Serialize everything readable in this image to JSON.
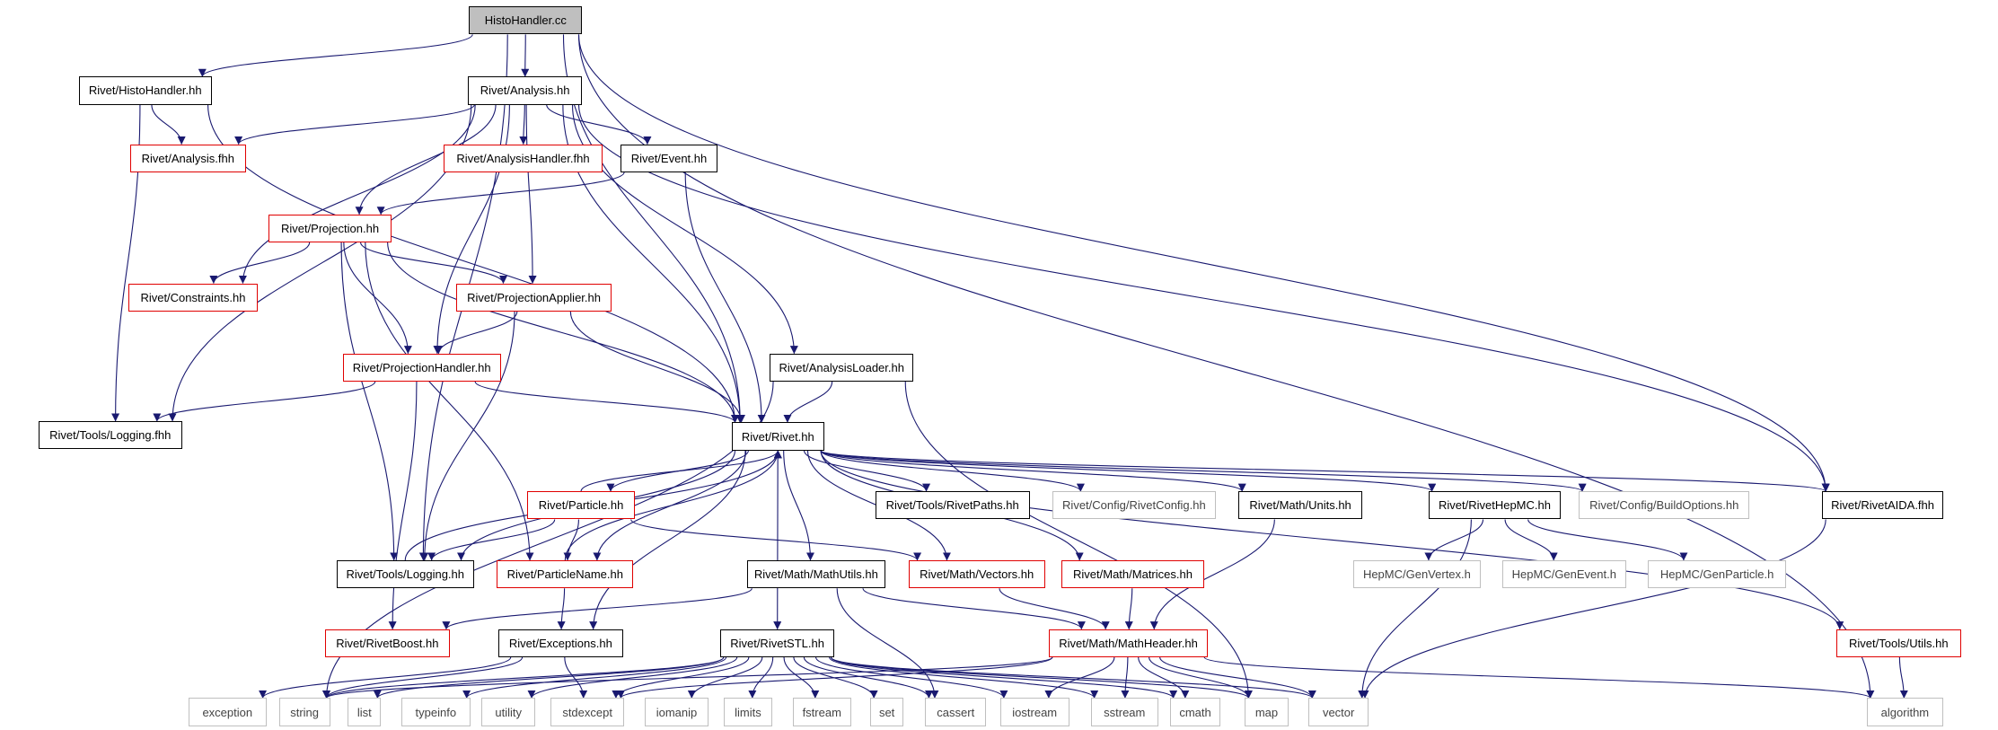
{
  "colors": {
    "edge": "#191970",
    "node_border_black": "#000000",
    "node_border_red": "#e00000",
    "node_border_gray": "#bfbfbf",
    "root_fill": "#bfbfbf"
  },
  "nodes": [
    {
      "id": "histohandler_cc",
      "label": "HistoHandler.cc",
      "style": "root",
      "interactable": true
    },
    {
      "id": "histohandler_hh",
      "label": "Rivet/HistoHandler.hh",
      "style": "black",
      "interactable": true
    },
    {
      "id": "analysis_hh",
      "label": "Rivet/Analysis.hh",
      "style": "black",
      "interactable": true
    },
    {
      "id": "analysis_fhh",
      "label": "Rivet/Analysis.fhh",
      "style": "red",
      "interactable": true
    },
    {
      "id": "analysishandler_fhh",
      "label": "Rivet/AnalysisHandler.fhh",
      "style": "red",
      "interactable": true
    },
    {
      "id": "event_hh",
      "label": "Rivet/Event.hh",
      "style": "black",
      "interactable": true
    },
    {
      "id": "projection_hh",
      "label": "Rivet/Projection.hh",
      "style": "red",
      "interactable": true
    },
    {
      "id": "constraints_hh",
      "label": "Rivet/Constraints.hh",
      "style": "red",
      "interactable": true
    },
    {
      "id": "projectionapplier_hh",
      "label": "Rivet/ProjectionApplier.hh",
      "style": "red",
      "interactable": true
    },
    {
      "id": "projectionhandler_hh",
      "label": "Rivet/ProjectionHandler.hh",
      "style": "red",
      "interactable": true
    },
    {
      "id": "analysisloader_hh",
      "label": "Rivet/AnalysisLoader.hh",
      "style": "black",
      "interactable": true
    },
    {
      "id": "logging_fhh",
      "label": "Rivet/Tools/Logging.fhh",
      "style": "black",
      "interactable": true
    },
    {
      "id": "rivet_hh",
      "label": "Rivet/Rivet.hh",
      "style": "black",
      "interactable": true
    },
    {
      "id": "particle_hh",
      "label": "Rivet/Particle.hh",
      "style": "red",
      "interactable": true
    },
    {
      "id": "rivetpaths_hh",
      "label": "Rivet/Tools/RivetPaths.hh",
      "style": "black",
      "interactable": true
    },
    {
      "id": "rivetconfig_hh",
      "label": "Rivet/Config/RivetConfig.hh",
      "style": "gray",
      "interactable": false
    },
    {
      "id": "units_hh",
      "label": "Rivet/Math/Units.hh",
      "style": "black",
      "interactable": true
    },
    {
      "id": "rivethepmc_hh",
      "label": "Rivet/RivetHepMC.hh",
      "style": "black",
      "interactable": true
    },
    {
      "id": "buildoptions_hh",
      "label": "Rivet/Config/BuildOptions.hh",
      "style": "gray",
      "interactable": false
    },
    {
      "id": "rivetaida_fhh",
      "label": "Rivet/RivetAIDA.fhh",
      "style": "black",
      "interactable": true
    },
    {
      "id": "logging_hh",
      "label": "Rivet/Tools/Logging.hh",
      "style": "black",
      "interactable": true
    },
    {
      "id": "particlename_hh",
      "label": "Rivet/ParticleName.hh",
      "style": "red",
      "interactable": true
    },
    {
      "id": "mathutils_hh",
      "label": "Rivet/Math/MathUtils.hh",
      "style": "black",
      "interactable": true
    },
    {
      "id": "vectors_hh",
      "label": "Rivet/Math/Vectors.hh",
      "style": "red",
      "interactable": true
    },
    {
      "id": "matrices_hh",
      "label": "Rivet/Math/Matrices.hh",
      "style": "red",
      "interactable": true
    },
    {
      "id": "genvertex_h",
      "label": "HepMC/GenVertex.h",
      "style": "gray",
      "interactable": false
    },
    {
      "id": "genevent_h",
      "label": "HepMC/GenEvent.h",
      "style": "gray",
      "interactable": false
    },
    {
      "id": "genparticle_h",
      "label": "HepMC/GenParticle.h",
      "style": "gray",
      "interactable": false
    },
    {
      "id": "rivetboost_hh",
      "label": "Rivet/RivetBoost.hh",
      "style": "red",
      "interactable": true
    },
    {
      "id": "exceptions_hh",
      "label": "Rivet/Exceptions.hh",
      "style": "black",
      "interactable": true
    },
    {
      "id": "rivetstl_hh",
      "label": "Rivet/RivetSTL.hh",
      "style": "black",
      "interactable": true
    },
    {
      "id": "mathheader_hh",
      "label": "Rivet/Math/MathHeader.hh",
      "style": "red",
      "interactable": true
    },
    {
      "id": "utils_hh",
      "label": "Rivet/Tools/Utils.hh",
      "style": "red",
      "interactable": true
    },
    {
      "id": "exception",
      "label": "exception",
      "style": "gray",
      "interactable": false
    },
    {
      "id": "string",
      "label": "string",
      "style": "gray",
      "interactable": false
    },
    {
      "id": "list",
      "label": "list",
      "style": "gray",
      "interactable": false
    },
    {
      "id": "typeinfo",
      "label": "typeinfo",
      "style": "gray",
      "interactable": false
    },
    {
      "id": "utility",
      "label": "utility",
      "style": "gray",
      "interactable": false
    },
    {
      "id": "stdexcept",
      "label": "stdexcept",
      "style": "gray",
      "interactable": false
    },
    {
      "id": "iomanip",
      "label": "iomanip",
      "style": "gray",
      "interactable": false
    },
    {
      "id": "limits",
      "label": "limits",
      "style": "gray",
      "interactable": false
    },
    {
      "id": "fstream",
      "label": "fstream",
      "style": "gray",
      "interactable": false
    },
    {
      "id": "set",
      "label": "set",
      "style": "gray",
      "interactable": false
    },
    {
      "id": "cassert",
      "label": "cassert",
      "style": "gray",
      "interactable": false
    },
    {
      "id": "iostream",
      "label": "iostream",
      "style": "gray",
      "interactable": false
    },
    {
      "id": "sstream",
      "label": "sstream",
      "style": "gray",
      "interactable": false
    },
    {
      "id": "cmath",
      "label": "cmath",
      "style": "gray",
      "interactable": false
    },
    {
      "id": "map",
      "label": "map",
      "style": "gray",
      "interactable": false
    },
    {
      "id": "vector",
      "label": "vector",
      "style": "gray",
      "interactable": false
    },
    {
      "id": "algorithm",
      "label": "algorithm",
      "style": "gray",
      "interactable": false
    }
  ],
  "edges": [
    [
      "histohandler_cc",
      "histohandler_hh"
    ],
    [
      "histohandler_cc",
      "analysis_hh"
    ],
    [
      "histohandler_cc",
      "logging_hh"
    ],
    [
      "histohandler_cc",
      "rivet_hh"
    ],
    [
      "histohandler_cc",
      "rivetaida_fhh"
    ],
    [
      "histohandler_cc",
      "algorithm"
    ],
    [
      "histohandler_hh",
      "analysis_fhh"
    ],
    [
      "histohandler_hh",
      "logging_fhh"
    ],
    [
      "histohandler_hh",
      "rivet_hh"
    ],
    [
      "analysis_hh",
      "analysis_fhh"
    ],
    [
      "analysis_hh",
      "analysishandler_fhh"
    ],
    [
      "analysis_hh",
      "event_hh"
    ],
    [
      "analysis_hh",
      "projection_hh"
    ],
    [
      "analysis_hh",
      "constraints_hh"
    ],
    [
      "analysis_hh",
      "projectionapplier_hh"
    ],
    [
      "analysis_hh",
      "projectionhandler_hh"
    ],
    [
      "analysis_hh",
      "analysisloader_hh"
    ],
    [
      "analysis_hh",
      "logging_fhh"
    ],
    [
      "analysis_hh",
      "rivet_hh"
    ],
    [
      "analysis_hh",
      "rivetaida_fhh"
    ],
    [
      "event_hh",
      "projection_hh"
    ],
    [
      "event_hh",
      "rivet_hh"
    ],
    [
      "projection_hh",
      "constraints_hh"
    ],
    [
      "projection_hh",
      "projectionapplier_hh"
    ],
    [
      "projection_hh",
      "projectionhandler_hh"
    ],
    [
      "projection_hh",
      "rivet_hh"
    ],
    [
      "projection_hh",
      "logging_hh"
    ],
    [
      "projection_hh",
      "particlename_hh"
    ],
    [
      "projectionapplier_hh",
      "projectionhandler_hh"
    ],
    [
      "projectionapplier_hh",
      "rivet_hh"
    ],
    [
      "projectionapplier_hh",
      "logging_hh"
    ],
    [
      "projectionhandler_hh",
      "logging_fhh"
    ],
    [
      "projectionhandler_hh",
      "rivet_hh"
    ],
    [
      "projectionhandler_hh",
      "rivetboost_hh"
    ],
    [
      "analysisloader_hh",
      "rivet_hh"
    ],
    [
      "analysisloader_hh",
      "string"
    ],
    [
      "analysisloader_hh",
      "map"
    ],
    [
      "rivet_hh",
      "particle_hh"
    ],
    [
      "rivet_hh",
      "rivetpaths_hh"
    ],
    [
      "rivet_hh",
      "rivetconfig_hh"
    ],
    [
      "rivet_hh",
      "units_hh"
    ],
    [
      "rivet_hh",
      "rivethepmc_hh"
    ],
    [
      "rivet_hh",
      "buildoptions_hh"
    ],
    [
      "rivet_hh",
      "rivetaida_fhh"
    ],
    [
      "rivet_hh",
      "logging_hh"
    ],
    [
      "rivet_hh",
      "particlename_hh"
    ],
    [
      "rivet_hh",
      "mathutils_hh"
    ],
    [
      "rivet_hh",
      "vectors_hh"
    ],
    [
      "rivet_hh",
      "matrices_hh"
    ],
    [
      "rivet_hh",
      "exceptions_hh"
    ],
    [
      "rivet_hh",
      "rivetstl_hh"
    ],
    [
      "rivet_hh",
      "utils_hh"
    ],
    [
      "particle_hh",
      "rivet_hh"
    ],
    [
      "particle_hh",
      "logging_hh"
    ],
    [
      "particle_hh",
      "particlename_hh"
    ],
    [
      "particle_hh",
      "vectors_hh"
    ],
    [
      "logging_hh",
      "rivet_hh"
    ],
    [
      "particlename_hh",
      "rivet_hh"
    ],
    [
      "particlename_hh",
      "exceptions_hh"
    ],
    [
      "units_hh",
      "mathheader_hh"
    ],
    [
      "rivethepmc_hh",
      "genvertex_h"
    ],
    [
      "rivethepmc_hh",
      "genevent_h"
    ],
    [
      "rivethepmc_hh",
      "genparticle_h"
    ],
    [
      "rivethepmc_hh",
      "vector"
    ],
    [
      "rivetaida_fhh",
      "vector"
    ],
    [
      "mathutils_hh",
      "rivetboost_hh"
    ],
    [
      "mathutils_hh",
      "mathheader_hh"
    ],
    [
      "mathutils_hh",
      "cassert"
    ],
    [
      "vectors_hh",
      "mathheader_hh"
    ],
    [
      "matrices_hh",
      "mathheader_hh"
    ],
    [
      "exceptions_hh",
      "exception"
    ],
    [
      "exceptions_hh",
      "string"
    ],
    [
      "exceptions_hh",
      "stdexcept"
    ],
    [
      "rivetstl_hh",
      "string"
    ],
    [
      "rivetstl_hh",
      "list"
    ],
    [
      "rivetstl_hh",
      "typeinfo"
    ],
    [
      "rivetstl_hh",
      "utility"
    ],
    [
      "rivetstl_hh",
      "stdexcept"
    ],
    [
      "rivetstl_hh",
      "iomanip"
    ],
    [
      "rivetstl_hh",
      "limits"
    ],
    [
      "rivetstl_hh",
      "fstream"
    ],
    [
      "rivetstl_hh",
      "set"
    ],
    [
      "rivetstl_hh",
      "cassert"
    ],
    [
      "rivetstl_hh",
      "iostream"
    ],
    [
      "rivetstl_hh",
      "sstream"
    ],
    [
      "rivetstl_hh",
      "cmath"
    ],
    [
      "rivetstl_hh",
      "map"
    ],
    [
      "rivetstl_hh",
      "vector"
    ],
    [
      "mathheader_hh",
      "string"
    ],
    [
      "mathheader_hh",
      "stdexcept"
    ],
    [
      "mathheader_hh",
      "iostream"
    ],
    [
      "mathheader_hh",
      "sstream"
    ],
    [
      "mathheader_hh",
      "cmath"
    ],
    [
      "mathheader_hh",
      "map"
    ],
    [
      "mathheader_hh",
      "vector"
    ],
    [
      "mathheader_hh",
      "algorithm"
    ],
    [
      "utils_hh",
      "algorithm"
    ]
  ]
}
